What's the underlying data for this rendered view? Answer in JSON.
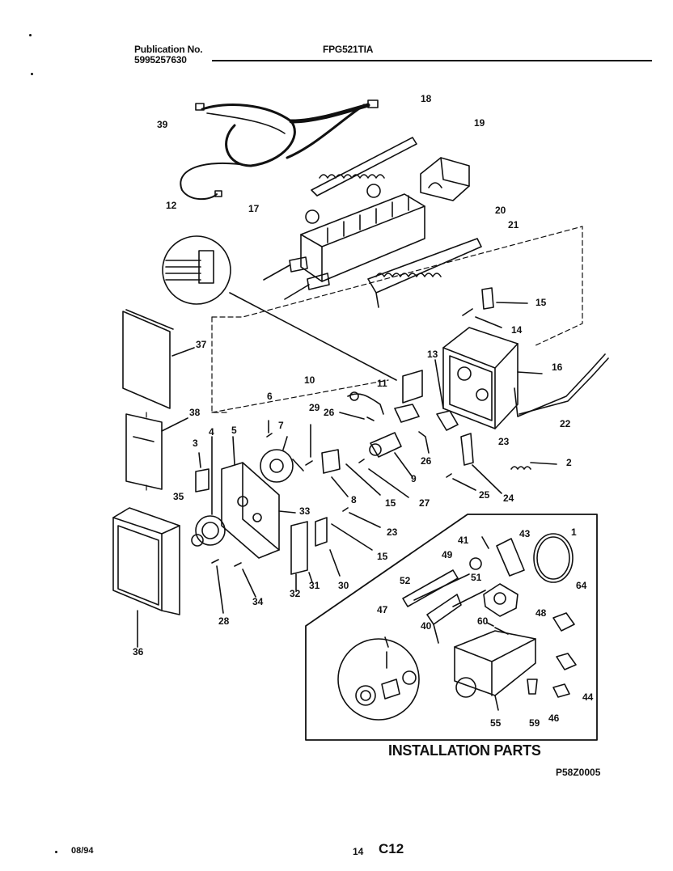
{
  "header": {
    "publication_label": "Publication No.",
    "publication_number": "5995257630",
    "model": "FPG521TIA"
  },
  "diagram": {
    "install_title": "INSTALLATION PARTS",
    "drawing_code": "P58Z0005",
    "callouts": [
      "39",
      "18",
      "19",
      "12",
      "17",
      "20",
      "21",
      "15",
      "14",
      "37",
      "13",
      "16",
      "10",
      "11",
      "6",
      "38",
      "26",
      "29",
      "3",
      "4",
      "5",
      "7",
      "26",
      "23",
      "22",
      "2",
      "9",
      "24",
      "25",
      "8",
      "15",
      "27",
      "35",
      "33",
      "23",
      "41",
      "43",
      "1",
      "49",
      "15",
      "52",
      "51",
      "31",
      "32",
      "30",
      "28",
      "34",
      "48",
      "64",
      "47",
      "40",
      "60",
      "36",
      "44",
      "55",
      "59",
      "46"
    ]
  },
  "footer": {
    "date": "08/94",
    "page_number": "14",
    "section": "C12"
  }
}
